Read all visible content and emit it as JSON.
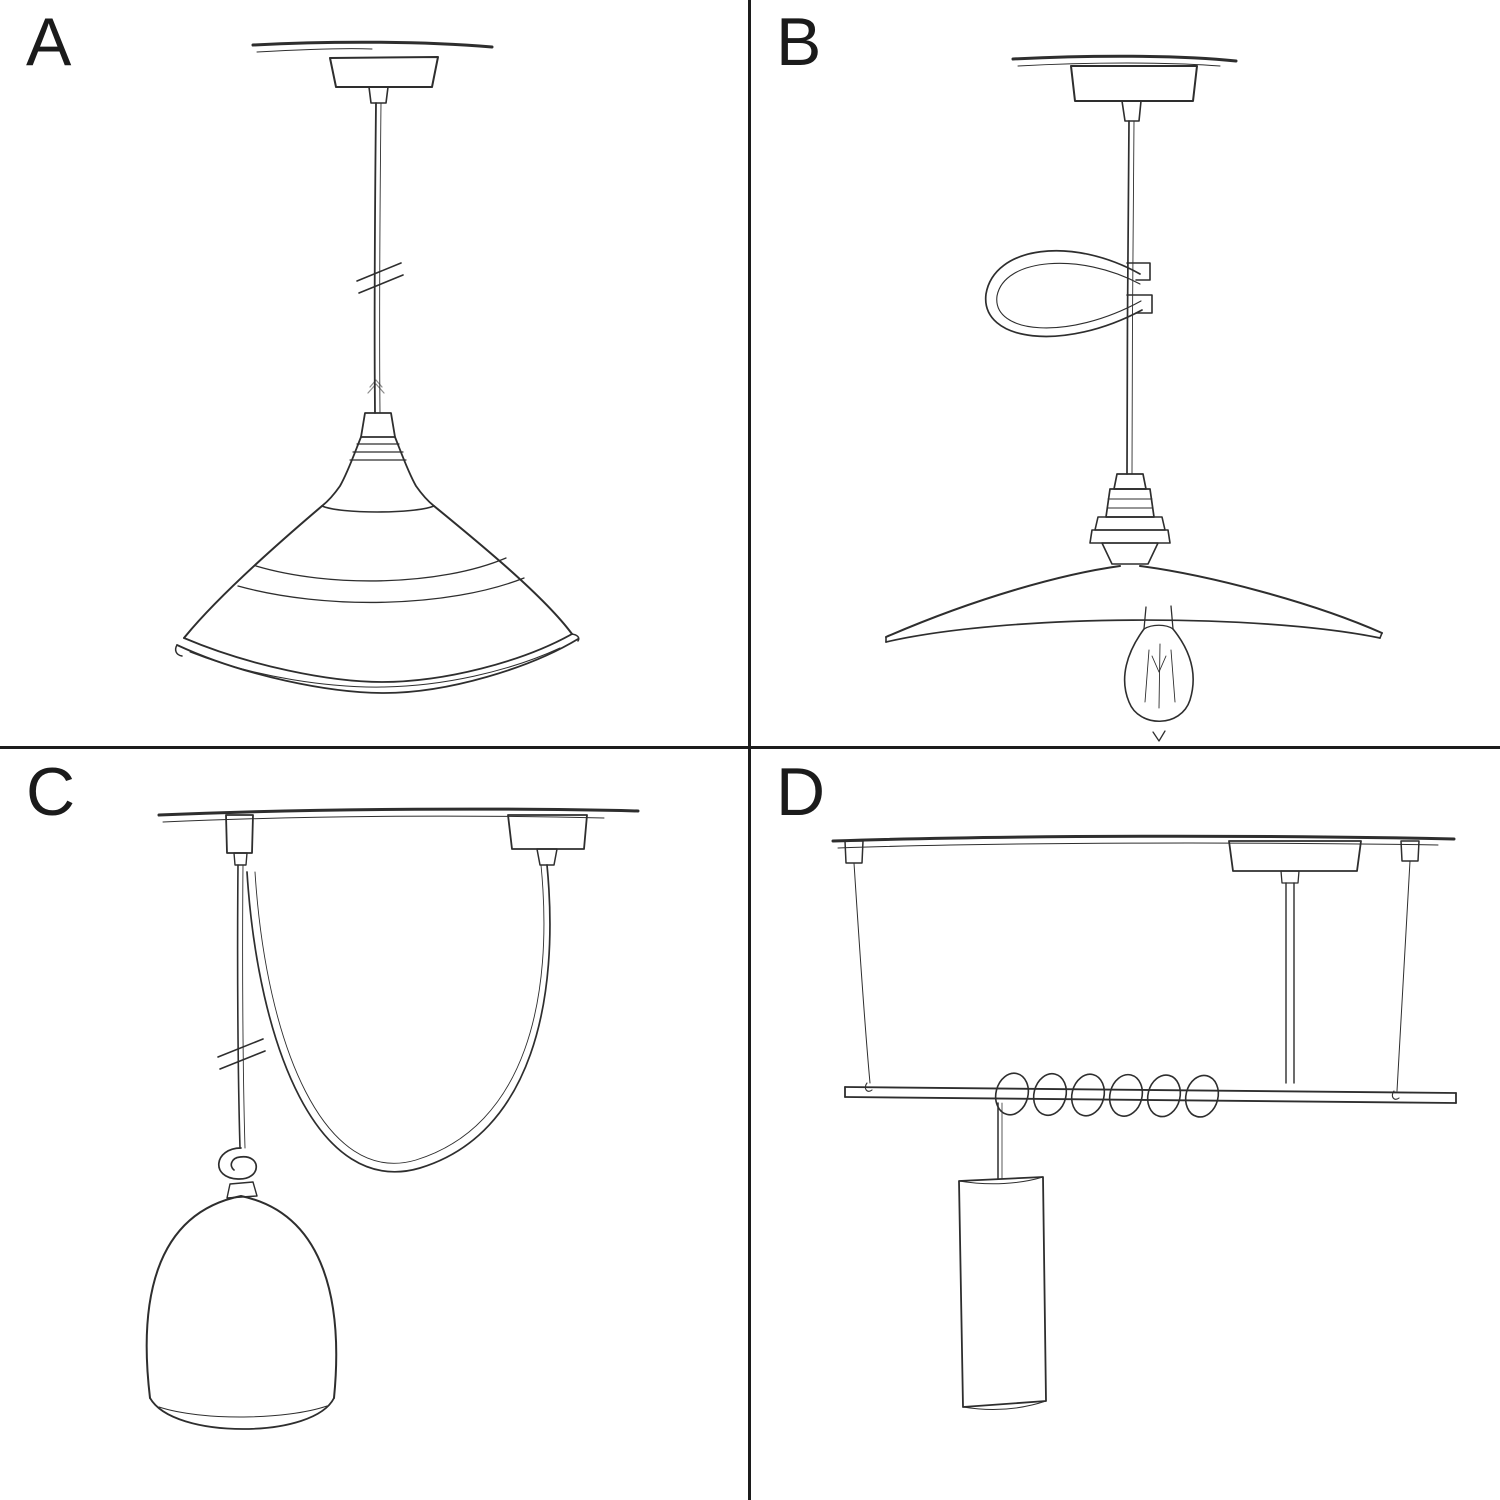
{
  "colors": {
    "background": "#ffffff",
    "divider": "#1c1c1c",
    "sketch": "#2e2e2e",
    "label": "#1b1b1b"
  },
  "panels": [
    {
      "label": "A",
      "illustration": "pendant-with-metal-coolie-shade-sketch"
    },
    {
      "label": "B",
      "illustration": "pendant-with-cable-decentralizer-flat-shade-and-bulb-sketch"
    },
    {
      "label": "C",
      "illustration": "swag-pendant-with-hook-knot-and-bell-shade-sketch"
    },
    {
      "label": "D",
      "illustration": "bar-suspension-with-coiled-cable-and-tube-shade-sketch"
    }
  ]
}
